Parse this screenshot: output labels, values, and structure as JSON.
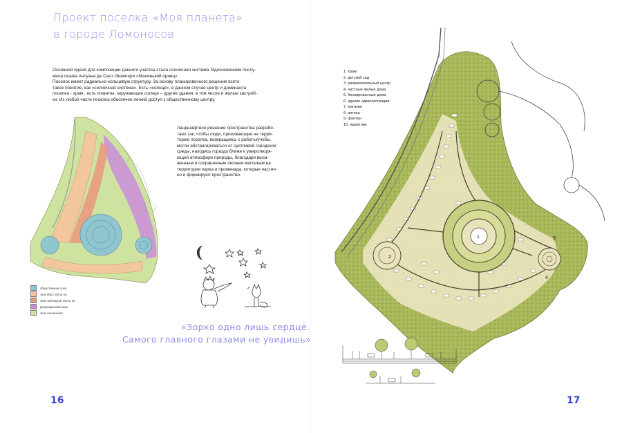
{
  "left_page": {
    "title_lines": [
      "Проект поселка «Моя планета»",
      "в городе Ломоносов"
    ],
    "intro_lines": [
      "Основной идеей для композиции данного участка стала солнечная система. Вдохновением послу-",
      "жила сказка Антуана де Сент-Экзюпери «Маленький принц».",
      "Поселок имеет радиально-кольцевую структуру. За основу планировочного решения взято",
      "такое понятие, как «солнечная система». Есть «солнце», в данном случае центр и доминанта",
      "поселка - храм , есть планеты, окружающие солнце – другие здания, в том числе и жилые застрой-",
      "ки. Из любой части посёлка обеспечен легкий доступ к общественному центру."
    ],
    "landscape_lines": [
      "Ландшафтное решение пространства разрабо-",
      "тано так, чтобы люди, приезжающие на терри-",
      "торию поселка, возвращаясь с работы/учебы,",
      "могли абстрагироваться от суетливой городской",
      "среды, находясь гораздо ближе к умиротворя-",
      "ющей атмосфере природы, благодаря выса-",
      "женным и сохраненным лесным массивам на",
      "территории парка и променада, которые частич-",
      "но и формируют пространство."
    ],
    "legend": [
      {
        "label": "общественная зона",
        "color": "#8fc6cf"
      },
      {
        "label": "зона ИЖС 200 м. кв.",
        "color": "#f2c79e"
      },
      {
        "label": "зона таунхаусов 150 м. кв.",
        "color": "#e89a7e"
      },
      {
        "label": "рекреационная зона",
        "color": "#c98dd8"
      },
      {
        "label": "зона озеленения",
        "color": "#cfe3a0"
      }
    ],
    "quote_lines": [
      "«Зорко одно лишь сердце.",
      "Самого главного глазами не увидишь»."
    ],
    "page_number": "16"
  },
  "right_page": {
    "legend_list": [
      "1. храм",
      "2. детский сад",
      "3. развлекательный центр",
      "4. частные жилые дома",
      "5. блокированные дома",
      "6. здание администрации",
      "7. магазин",
      "8. аптека",
      "9. фонтан",
      "10. памятник"
    ],
    "plan_labels": [
      "1",
      "2",
      "3",
      "4"
    ],
    "page_number": "17"
  },
  "colors": {
    "title": "#8f8ce8",
    "page_number": "#3a49c9",
    "green_base": "#9fb052",
    "plan_light": "#e8e3bd"
  }
}
